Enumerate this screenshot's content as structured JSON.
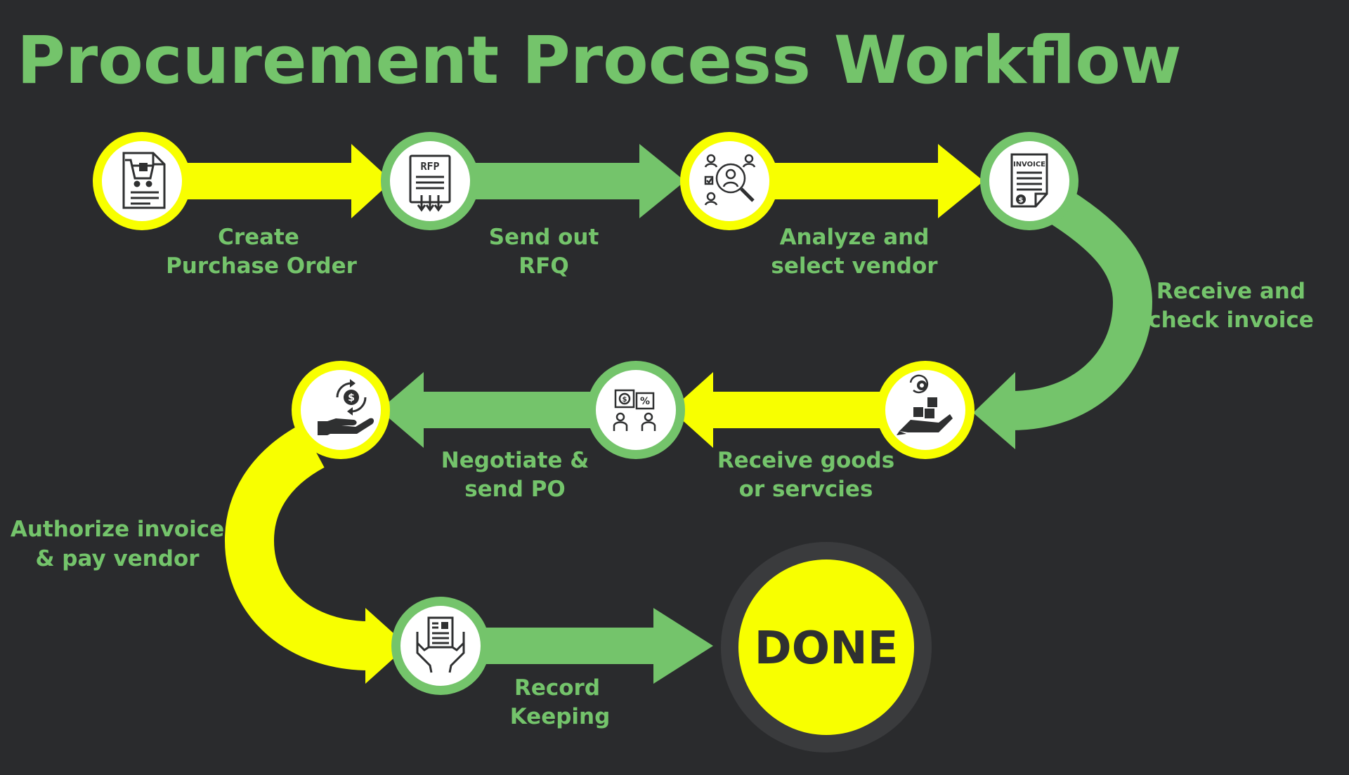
{
  "title": "Procurement Process Workflow",
  "colors": {
    "background": "#2a2b2d",
    "green": "#74c46b",
    "yellow": "#f8ff00",
    "icon": "#2f3031",
    "done_ring": "#3a3b3d"
  },
  "steps": [
    {
      "line1": "Create",
      "line2": "Purchase Order",
      "icon": "purchase-order-icon"
    },
    {
      "line1": "Send out",
      "line2": "RFQ",
      "icon": "rfp-document-icon",
      "icon_text": "RFP"
    },
    {
      "line1": "Analyze and",
      "line2": "select vendor",
      "icon": "vendor-search-icon"
    },
    {
      "line1": "Receive and",
      "line2": "check invoice",
      "icon": "invoice-icon",
      "icon_text": "INVOICE"
    },
    {
      "line1": "Receive goods",
      "line2": "or servcies",
      "icon": "goods-delivery-icon"
    },
    {
      "line1": "Negotiate &",
      "line2": "send PO",
      "icon": "negotiation-icon"
    },
    {
      "line1": "Authorize invoice",
      "line2": "& pay vendor",
      "icon": "payment-icon"
    },
    {
      "line1": "Record",
      "line2": "Keeping",
      "icon": "record-keeping-icon"
    }
  ],
  "done": {
    "label": "DONE"
  }
}
